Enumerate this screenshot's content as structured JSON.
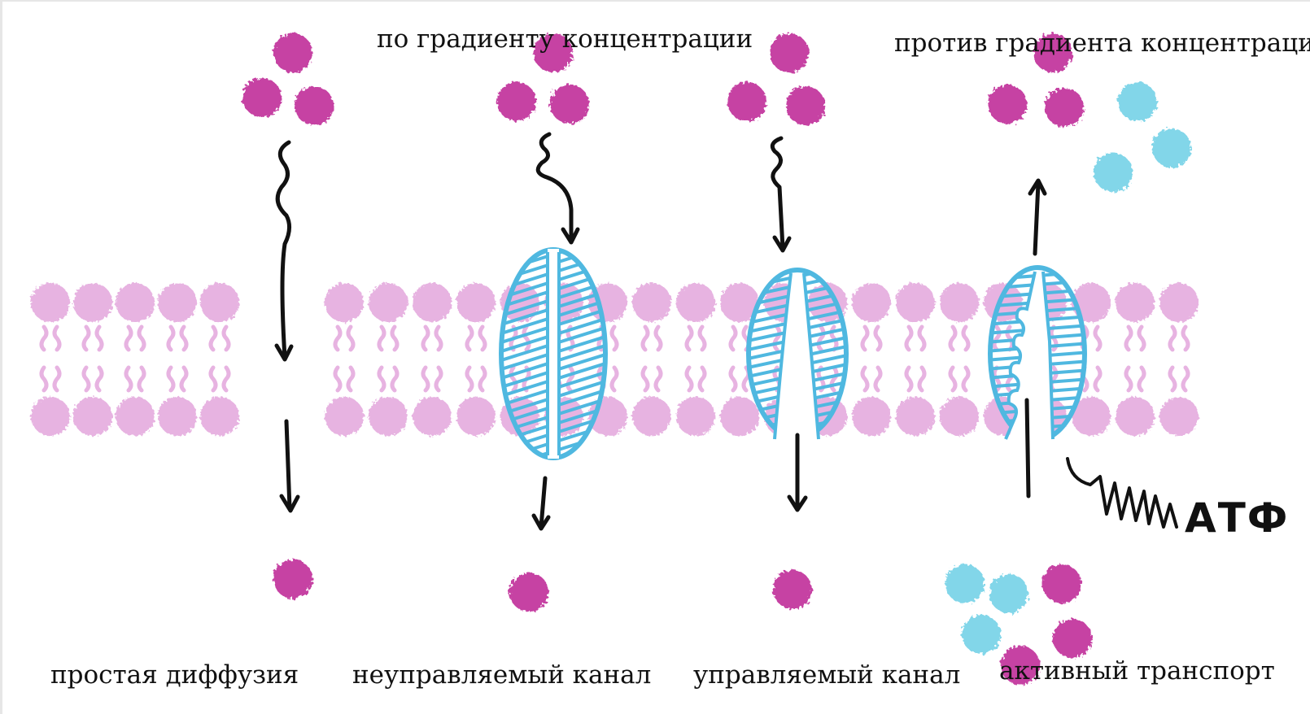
{
  "labels": {
    "down_gradient": "по градиенту концентрации",
    "against_gradient": "против градиента концентрации",
    "simple_diffusion": "простая диффузия",
    "unregulated_channel": "неуправляемый канал",
    "regulated_channel": "управляемый канал",
    "active_transport": "активный транспорт",
    "atp": "АТФ"
  },
  "colors": {
    "solute": "#c4379f",
    "second_solute": "#6dd0e6",
    "lipid": "#e3a6dc",
    "protein": "#4fb8e0",
    "arrow": "#111111"
  }
}
